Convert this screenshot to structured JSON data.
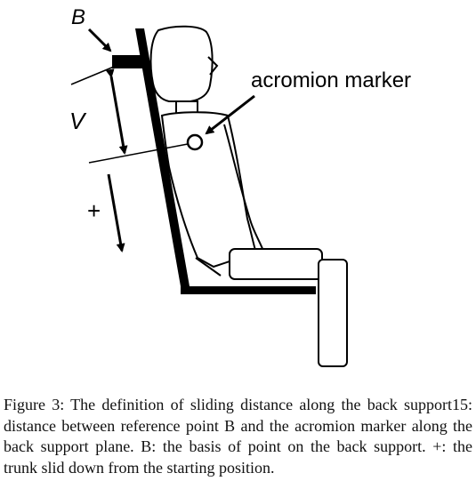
{
  "diagram": {
    "label_B": "B",
    "label_V": "V",
    "label_plus": "+",
    "label_marker": "acromion marker"
  },
  "caption": {
    "figure_label": "Figure 3",
    "text": ": The definition of sliding distance along the back support15: distance between reference point B and the acromion marker along the back support plane. B: the basis of point on the back support. +: the trunk slid down from the starting position."
  }
}
